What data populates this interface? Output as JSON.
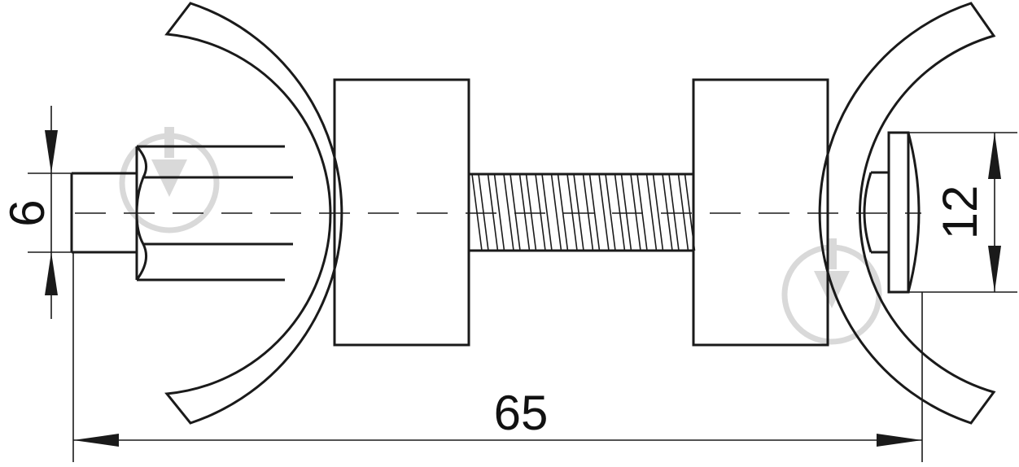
{
  "drawing": {
    "dimensions": {
      "overall_length": "65",
      "rod_diameter": "6",
      "head_diameter": "12"
    },
    "colors": {
      "line": "#1a1a1a",
      "background": "#ffffff",
      "watermark": "#d9d9d9"
    },
    "icons": [
      "watermark-logo-icon"
    ]
  }
}
